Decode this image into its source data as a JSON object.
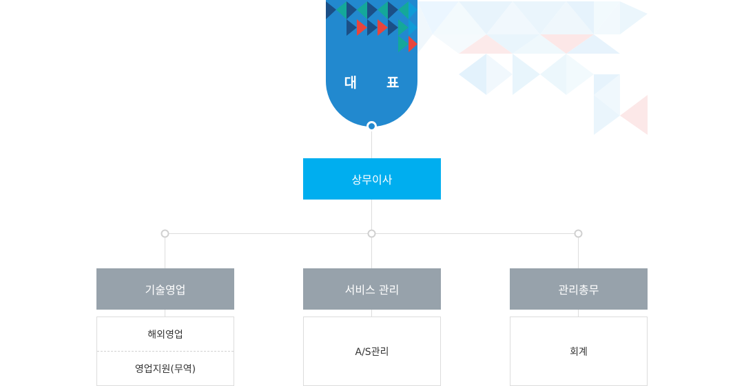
{
  "ceo": {
    "label": "대 표"
  },
  "director": {
    "label": "상무이사"
  },
  "departments": [
    {
      "label": "기술영업",
      "items": [
        "해외영업",
        "영업지원(무역)"
      ]
    },
    {
      "label": "서비스 관리",
      "items": [
        "A/S관리"
      ]
    },
    {
      "label": "관리총무",
      "items": [
        "회계"
      ]
    }
  ],
  "colors": {
    "ceo": "#2289cf",
    "director": "#00aeef",
    "department": "#97a2ab",
    "line": "#dcdcdc",
    "pattern_accent": "#e8453c",
    "pattern_dark": "#1b4f86",
    "pattern_teal": "#14a89a"
  }
}
